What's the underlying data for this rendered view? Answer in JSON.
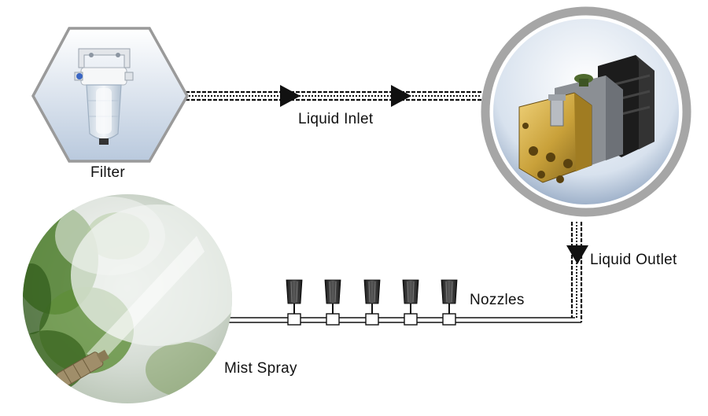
{
  "labels": {
    "filter": "Filter",
    "liquid_inlet": "Liquid Inlet",
    "liquid_outlet": "Liquid Outlet",
    "nozzles": "Nozzles",
    "mist_spray": "Mist Spray"
  },
  "colors": {
    "line": "#111111",
    "frame": "#999999",
    "pipe": "#ffffff",
    "brass": "#c9a13a",
    "motor": "#1c1c1c",
    "foliage": "#5f8f3a"
  },
  "icons": {
    "filter": "water-filter-housing-icon",
    "pump": "high-pressure-pump-icon",
    "mist": "mist-spray-photo",
    "nozzle": "mist-nozzle-icon"
  }
}
